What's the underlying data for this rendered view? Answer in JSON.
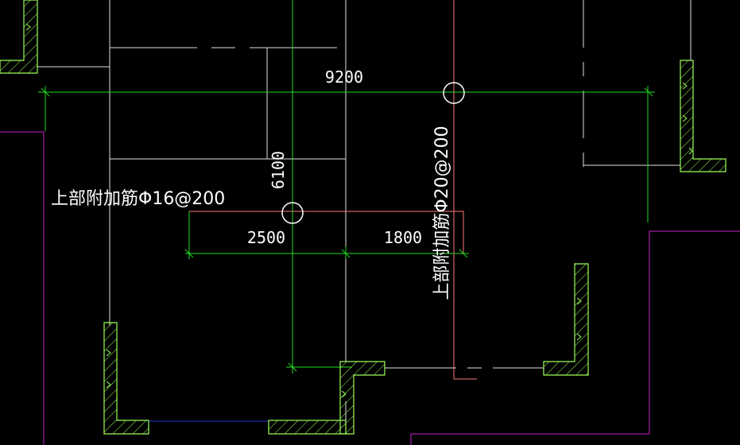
{
  "colors": {
    "background": "#000000",
    "axis": "#22dd22",
    "wall": "#ffffff",
    "beam": "#e0e0e0",
    "boundary": "#cc22cc",
    "section": "#ff7777",
    "hatch": "#9bff5a",
    "blue_line": "#2233cc",
    "text": "#ffffff"
  },
  "dimensions": {
    "overall_width": "9200",
    "overall_height": "6100",
    "segment_left": "2500",
    "segment_right": "1800"
  },
  "annotations": {
    "horizontal_note": "上部附加筋Φ16@200",
    "vertical_note": "上部附加筋Φ20@200"
  }
}
